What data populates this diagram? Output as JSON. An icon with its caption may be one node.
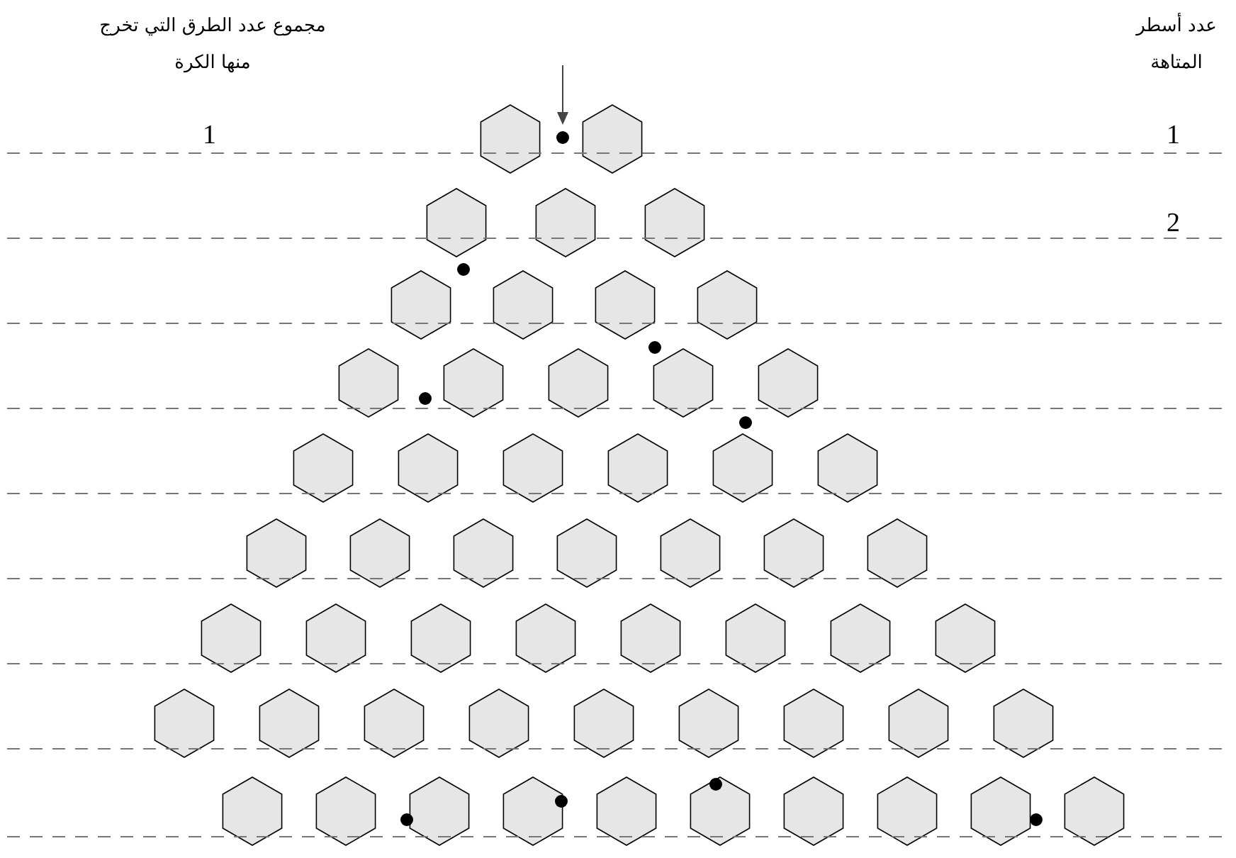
{
  "diagram": {
    "labels": [
      "مجموع عدد الطرق التي تخرج منها الكرة",
      "عدد أسطر المتاهة",
      "1",
      "1",
      "2"
    ]
  }
}
